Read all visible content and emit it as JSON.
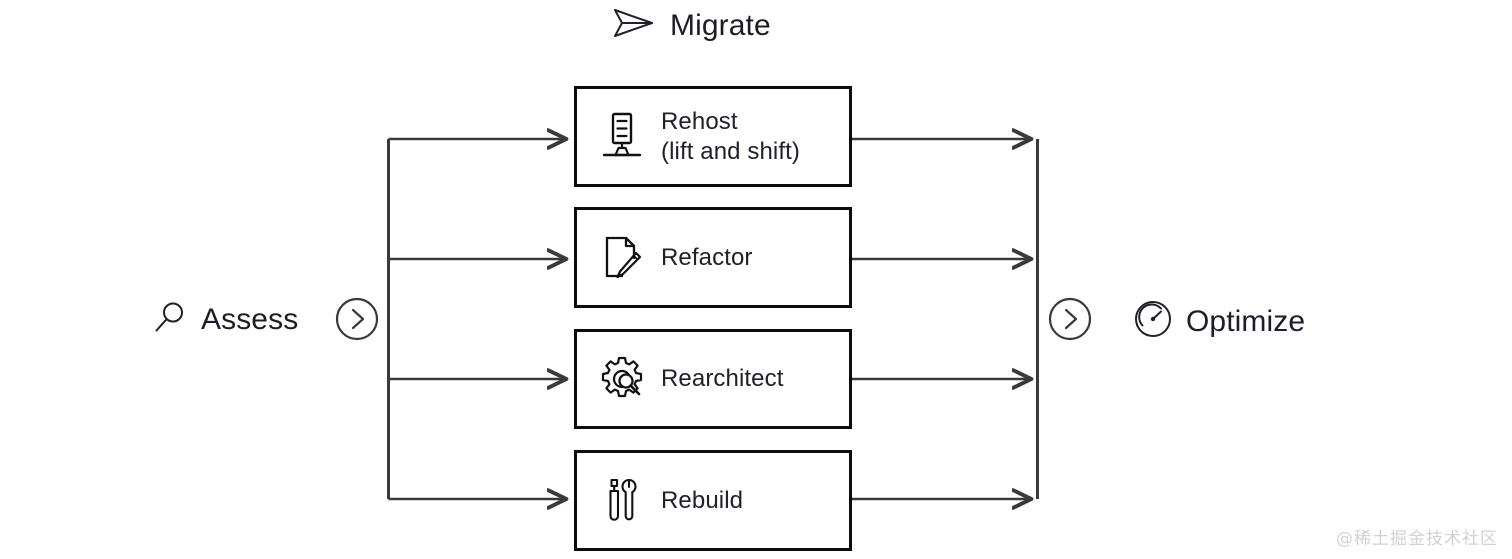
{
  "header": {
    "icon": "paper-plane-icon",
    "title": "Migrate"
  },
  "stages": {
    "assess": {
      "icon": "magnifier-icon",
      "label": "Assess",
      "chevron": "chevron-right-circle-icon"
    },
    "optimize": {
      "icon": "gauge-icon",
      "label": "Optimize",
      "chevron": "chevron-right-circle-icon"
    }
  },
  "options": [
    {
      "id": "rehost",
      "icon": "server-rack-icon",
      "label": "Rehost\n(lift and shift)"
    },
    {
      "id": "refactor",
      "icon": "document-pencil-icon",
      "label": "Refactor"
    },
    {
      "id": "rearchitect",
      "icon": "gear-magnifier-icon",
      "label": "Rearchitect"
    },
    {
      "id": "rebuild",
      "icon": "screwdriver-wrench-icon",
      "label": "Rebuild"
    }
  ],
  "colors": {
    "background": "#ffffff",
    "box_border": "#0c0c0c",
    "text": "#20202a",
    "connector": "#3a3a3a",
    "watermark": "#d2d2d6"
  },
  "watermark": "@稀土掘金技术社区"
}
